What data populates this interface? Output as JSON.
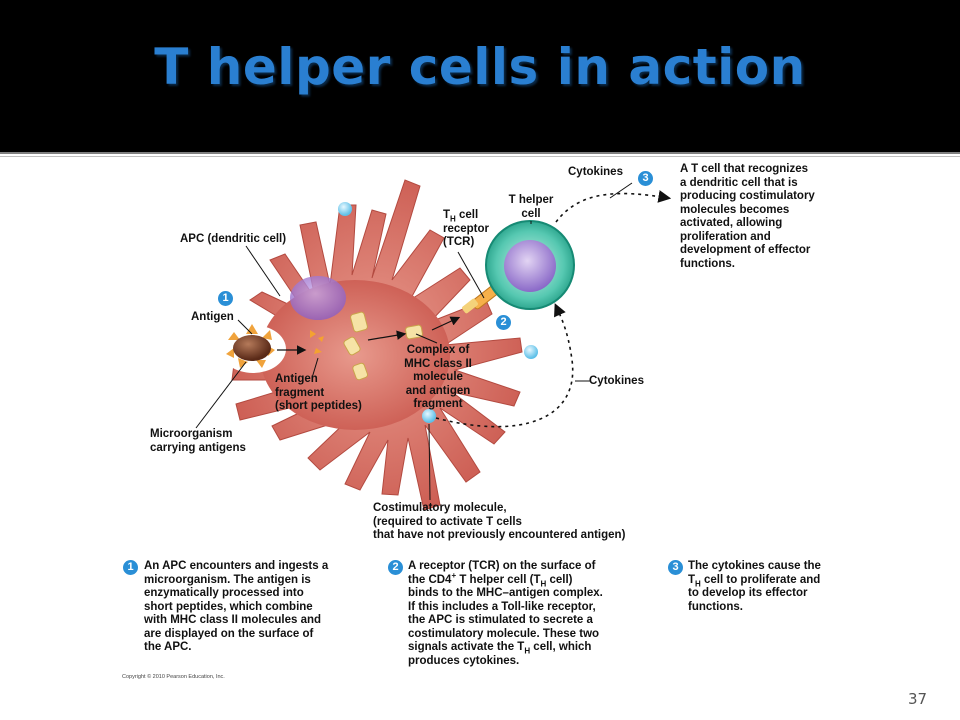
{
  "slide": {
    "title": "T helper cells in action",
    "slide_number": "37",
    "copyright": "Copyright © 2010 Pearson Education, Inc."
  },
  "figure": {
    "labels": {
      "apc": "APC (dendritic cell)",
      "antigen": "Antigen",
      "antigen_fragment": [
        "Antigen",
        "fragment",
        "(short peptides)"
      ],
      "microorganism": [
        "Microorganism",
        "carrying antigens"
      ],
      "complex": [
        "Complex of",
        "MHC class II",
        "molecule",
        "and antigen",
        "fragment"
      ],
      "th_receptor": {
        "line1_main": "T",
        "line1_sub": "H",
        "line1_rest": " cell",
        "line2": "receptor",
        "line3": "(TCR)"
      },
      "t_helper": [
        "T helper",
        "cell"
      ],
      "cytokines_top": "Cytokines",
      "cytokines_right": "Cytokines",
      "costimulatory": [
        "Costimulatory molecule,",
        "(required to activate T cells",
        "that have not previously encountered antigen)"
      ],
      "activation_note": [
        "A T cell that recognizes",
        "a dendritic cell that is",
        "producing costimulatory",
        "molecules becomes",
        "activated, allowing",
        "proliferation and",
        "development of effector",
        "functions."
      ]
    },
    "badges": {
      "b1": "1",
      "b2": "2",
      "b3": "3"
    },
    "steps": [
      {
        "number": "1",
        "lines": [
          "An APC encounters and ingests a",
          "microorganism. The antigen is",
          "enzymatically processed into",
          "short peptides, which combine",
          "with MHC class II molecules and",
          "are displayed on the surface of",
          "the APC."
        ]
      },
      {
        "number": "2",
        "lines": [
          "A receptor (TCR) on the surface of",
          "the CD4",
          "+",
          " T helper cell (T",
          "H",
          " cell)",
          "binds to the MHC–antigen complex.",
          "If this includes a Toll-like receptor,",
          "the APC is stimulated to secrete a",
          "costimulatory molecule. These two",
          "signals activate the T",
          "H",
          " cell, which",
          "produces cytokines."
        ]
      },
      {
        "number": "3",
        "lines": [
          "The cytokines cause the",
          "T",
          "H",
          " cell to proliferate and",
          "to develop its effector",
          "functions."
        ]
      }
    ]
  },
  "colors": {
    "title": "#2a7fd1",
    "title_bar": "#000000",
    "badge": "#2a8fd6",
    "apc_cell": "#d9756b",
    "t_cell_outer": "#2bb39a",
    "t_cell_nucleus": "#9b7fd0"
  }
}
